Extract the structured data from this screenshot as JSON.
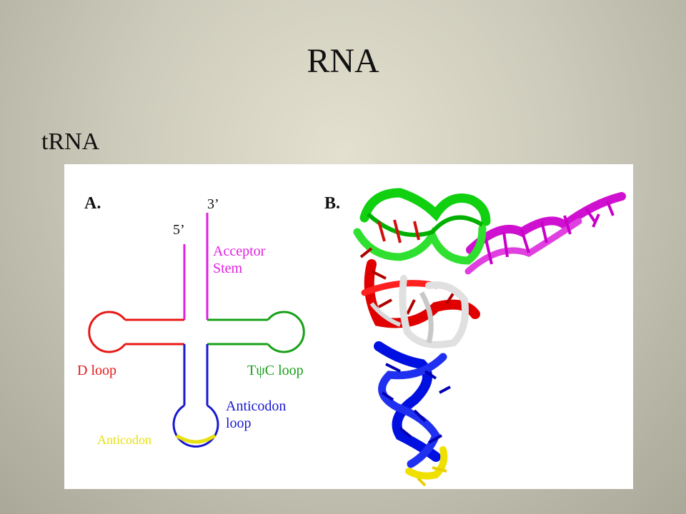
{
  "slide": {
    "title": "RNA",
    "subtitle": "tRNA"
  },
  "figure": {
    "panel_a": {
      "label": "A.",
      "three_prime": "3’",
      "five_prime": "5’",
      "acceptor_line1": "Acceptor",
      "acceptor_line2": "Stem",
      "d_loop": "D loop",
      "t_loop_prefix": "T",
      "t_loop_psi": "ψ",
      "t_loop_suffix": "C loop",
      "anticodon_loop_line1": "Anticodon",
      "anticodon_loop_line2": "loop",
      "anticodon": "Anticodon"
    },
    "panel_b": {
      "label": "B."
    },
    "colors": {
      "acceptor": "#e020e0",
      "d_arm": "#e81818",
      "t_arm": "#18a018",
      "anticodon_arm": "#1818d0",
      "anticodon": "#e8e010",
      "variable": "#d8d8d8"
    }
  }
}
